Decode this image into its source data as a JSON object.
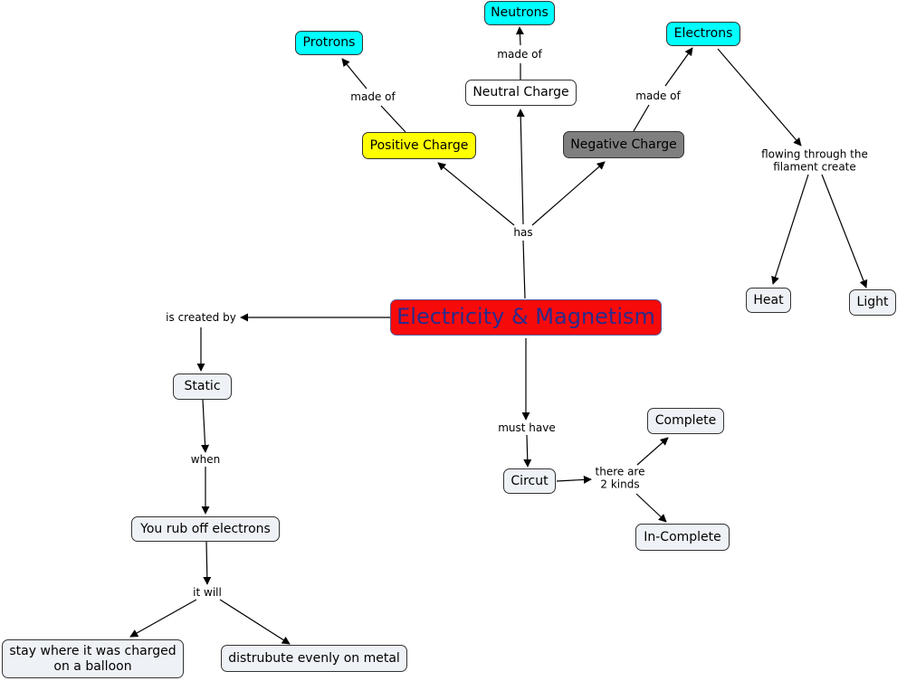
{
  "nodes": {
    "main": "Electricity & Magnetism",
    "protrons": "Protrons",
    "neutrons": "Neutrons",
    "electrons": "Electrons",
    "neutral": "Neutral Charge",
    "positive": "Positive Charge",
    "negative": "Negative Charge",
    "heat": "Heat",
    "light": "Light",
    "static": "Static",
    "rub": "You rub off electrons",
    "stay_line1": "stay where it was charged",
    "stay_line2": "on a balloon",
    "distribute": "distrubute evenly on metal",
    "circuit": "Circut",
    "complete": "Complete",
    "incomplete": "In-Complete"
  },
  "links": {
    "made_of_protrons": "made of",
    "made_of_neutrons": "made of",
    "made_of_electrons": "made of",
    "has": "has",
    "flowing_line1": "flowing through the",
    "flowing_line2": "filament create",
    "created_by": "is created by",
    "when": "when",
    "it_will": "it will",
    "must_have": "must have",
    "kinds_line1": "there are",
    "kinds_line2": "2 kinds"
  },
  "colors": {
    "main": "#f70a0a",
    "atom_particles": "#00ffff",
    "positive": "#ffff00",
    "negative": "#7f7f7f",
    "default_node": "#eef2f6"
  }
}
